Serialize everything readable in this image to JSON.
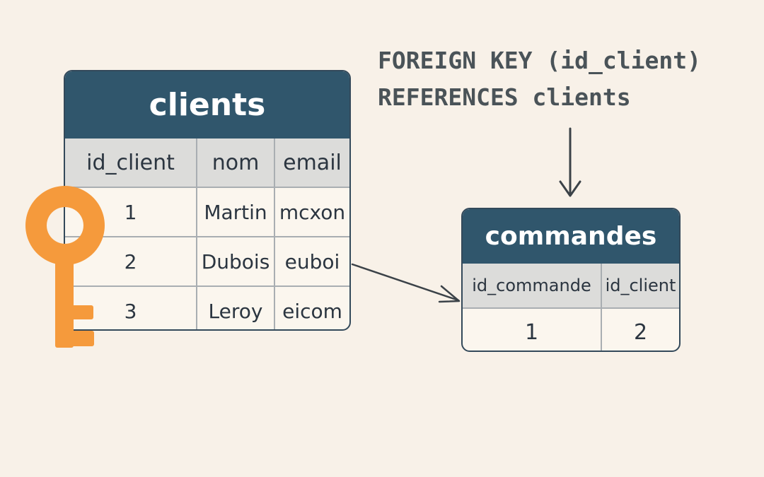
{
  "annotation": {
    "line1": "FOREIGN KEY (id_client)",
    "line2": "REFERENCES clients"
  },
  "clients": {
    "title": "clients",
    "columns": [
      "id_client",
      "nom",
      "email"
    ],
    "rows": [
      [
        "1",
        "Martin",
        "mcxon"
      ],
      [
        "2",
        "Dubois",
        "euboi"
      ],
      [
        "3",
        "Leroy",
        "eicom"
      ]
    ]
  },
  "commandes": {
    "title": "commandes",
    "columns": [
      "id_commande",
      "id_client"
    ],
    "rows": [
      [
        "1",
        "2"
      ]
    ]
  },
  "colors": {
    "background": "#f8f1e8",
    "header": "#30566c",
    "key": "#f59a3c",
    "arrow": "#3b4248"
  },
  "icons": {
    "primary_key": "key-icon"
  }
}
